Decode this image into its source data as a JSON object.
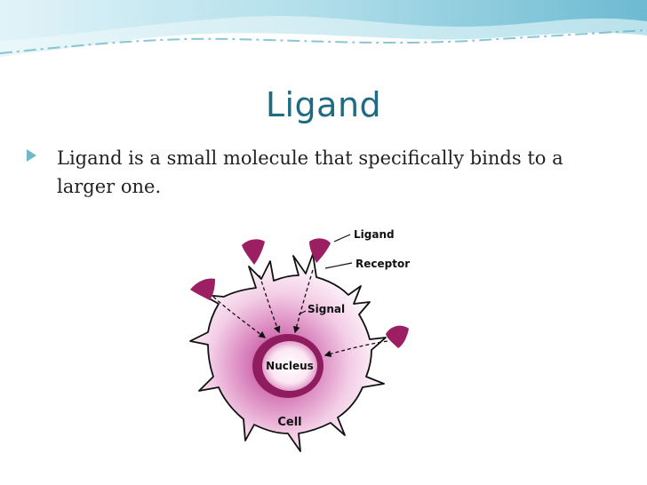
{
  "slide": {
    "title": "Ligand",
    "bullet": "Ligand is a small molecule that specifically binds to a larger one."
  },
  "diagram": {
    "labels": {
      "ligand": "Ligand",
      "receptor": "Receptor",
      "signal": "Signal",
      "nucleus": "Nucleus",
      "cell": "Cell"
    }
  },
  "colors": {
    "title": "#1f6b82",
    "ligand": "#9c1f63",
    "cytoplasm": "#d67bb8",
    "header_wave": "#7fc6d8"
  }
}
